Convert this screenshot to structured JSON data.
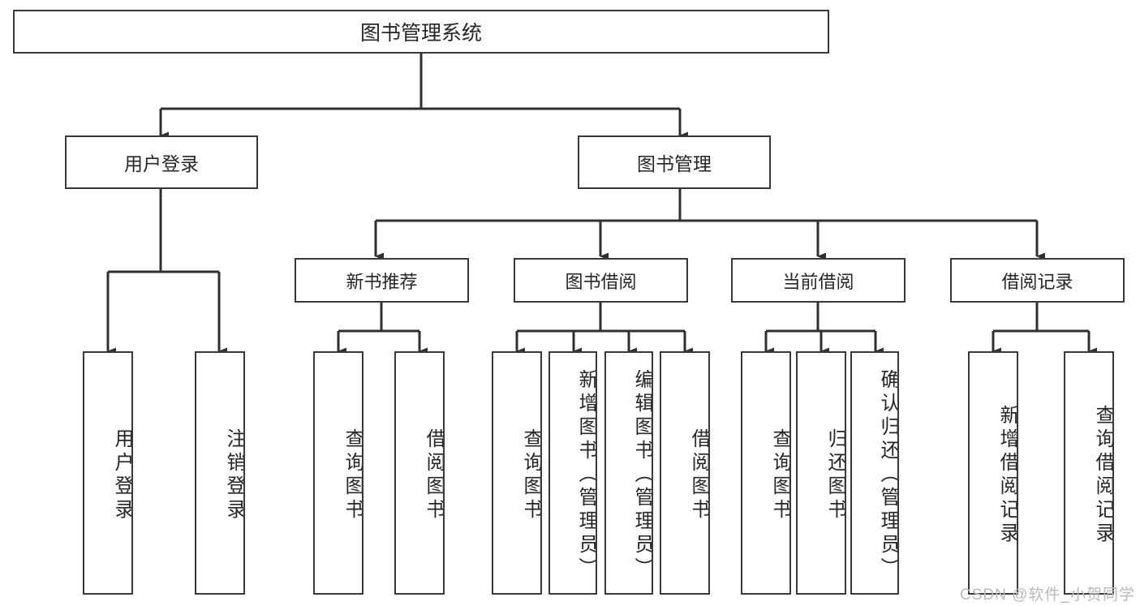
{
  "diagram": {
    "type": "tree",
    "title": "图书管理系统",
    "root": {
      "label": "图书管理系统"
    },
    "level1": [
      {
        "label": "用户登录"
      },
      {
        "label": "图书管理"
      }
    ],
    "level2": [
      {
        "label": "新书推荐"
      },
      {
        "label": "图书借阅"
      },
      {
        "label": "当前借阅"
      },
      {
        "label": "借阅记录"
      }
    ],
    "leaves": {
      "user_login": [
        {
          "label": "用户登录"
        },
        {
          "label": "注销登录"
        }
      ],
      "new_book_recommend": [
        {
          "label": "查询图书"
        },
        {
          "label": "借阅图书"
        }
      ],
      "book_borrow": [
        {
          "label": "查询图书"
        },
        {
          "label": "新增图书（管理员）"
        },
        {
          "label": "编辑图书（管理员）"
        },
        {
          "label": "借阅图书"
        }
      ],
      "current_borrow": [
        {
          "label": "查询图书"
        },
        {
          "label": "归还图书"
        },
        {
          "label": "确认归还（管理员）"
        }
      ],
      "borrow_record": [
        {
          "label": "新增借阅记录"
        },
        {
          "label": "查询借阅记录"
        }
      ]
    },
    "colors": {
      "border": "#3a3a3a",
      "text": "#262626",
      "background": "#ffffff",
      "wire": "#2f2f2f"
    }
  },
  "watermark": {
    "text": "CSDN @软件_小贺同学"
  }
}
